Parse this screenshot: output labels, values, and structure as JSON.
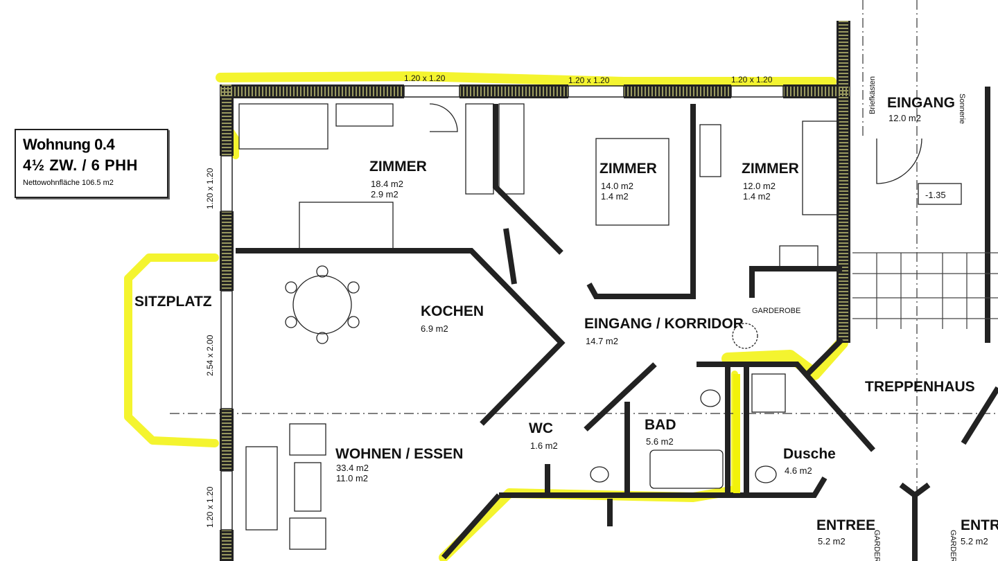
{
  "unit_box": {
    "title": "Wohnung 0.4",
    "subtitle": "4½ ZW. / 6 PHH",
    "net_area": "Nettowohnfläche 106.5 m2"
  },
  "rooms": {
    "zimmer1": {
      "name": "ZIMMER",
      "area": "18.4 m2",
      "area2": "2.9 m2"
    },
    "zimmer2": {
      "name": "ZIMMER",
      "area": "14.0 m2",
      "area2": "1.4 m2"
    },
    "zimmer3": {
      "name": "ZIMMER",
      "area": "12.0 m2",
      "area2": "1.4 m2"
    },
    "eingang_top": {
      "name": "EINGANG",
      "area": "12.0 m2"
    },
    "kochen": {
      "name": "KOCHEN",
      "area": "6.9 m2"
    },
    "korridor": {
      "name": "EINGANG / KORRIDOR",
      "area": "14.7 m2"
    },
    "garderobe": {
      "name": "GARDEROBE"
    },
    "treppenhaus": {
      "name": "TREPPENHAUS"
    },
    "sitzplatz": {
      "name": "SITZPLATZ"
    },
    "wohnen": {
      "name": "WOHNEN / ESSEN",
      "area": "33.4 m2",
      "area2": "11.0 m2"
    },
    "wc": {
      "name": "WC",
      "area": "1.6 m2"
    },
    "bad": {
      "name": "BAD",
      "area": "5.6 m2"
    },
    "dusche": {
      "name": "Dusche",
      "area": "4.6 m2"
    },
    "entree1": {
      "name": "ENTREE",
      "area": "5.2 m2"
    },
    "entree2": {
      "name": "ENTREE",
      "area": "5.2 m2"
    }
  },
  "dimensions": {
    "win_top1": "1.20 x 1.20",
    "win_top2": "1.20 x 1.20",
    "win_top3": "1.20 x 1.20",
    "win_left1": "1.20 x 1.20",
    "door_left": "2.54 x 2.00",
    "win_left2": "1.20 x 1.20"
  },
  "annotations": {
    "briefkasten": "Briefkästen",
    "sonnerie": "Sonnerie",
    "level": "-1.35",
    "garderobe1": "GARDEROBE",
    "garderobe2": "GARDEROBE"
  },
  "colors": {
    "highlight": "#f2f20a",
    "wall": "#222222"
  }
}
